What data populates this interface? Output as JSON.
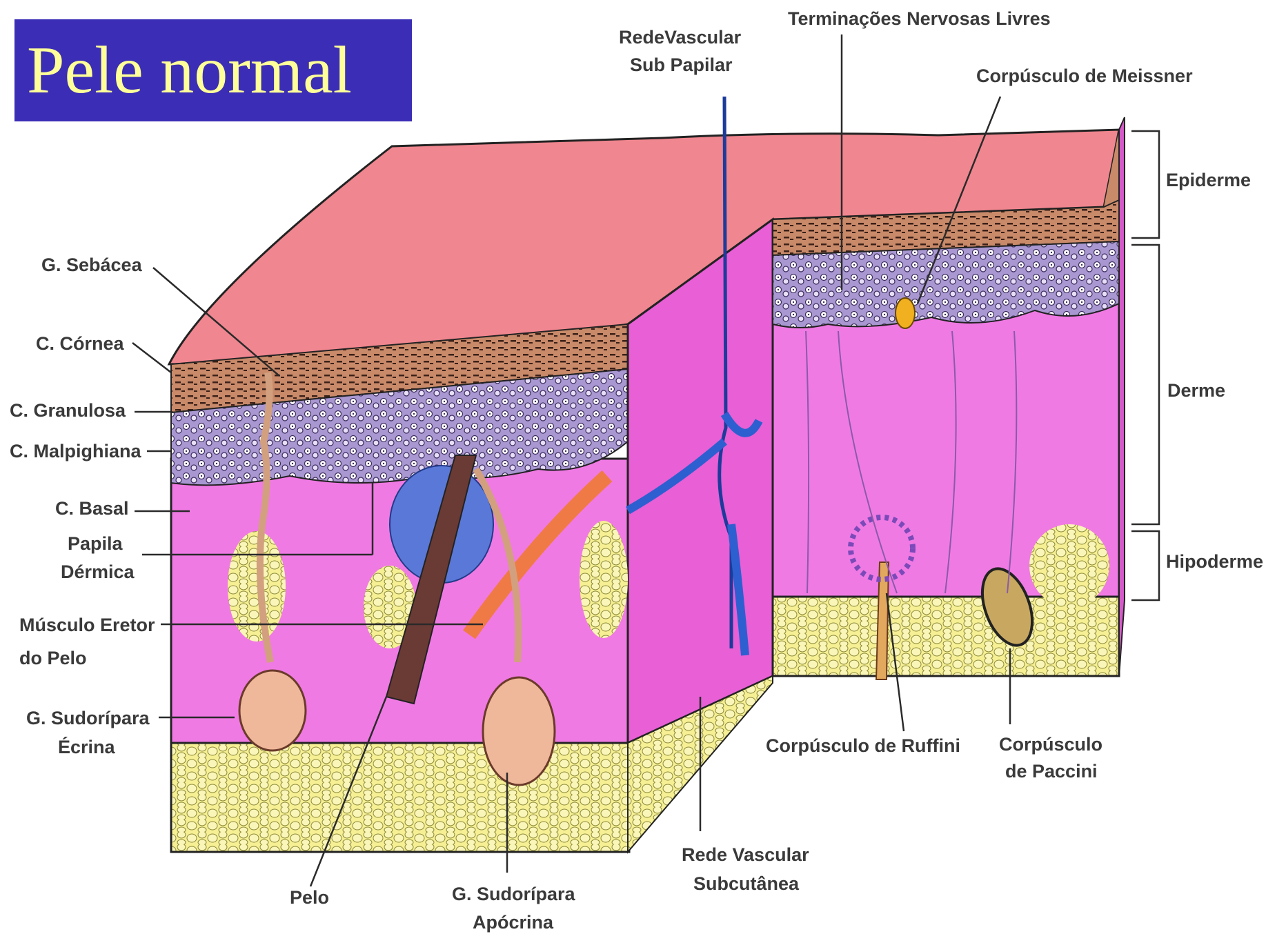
{
  "title": "Pele normal",
  "labels": {
    "g_sebacea": "G. Sebácea",
    "c_cornea": "C. Córnea",
    "c_granulosa": "C. Granulosa",
    "c_malpighiana": "C. Malpighiana",
    "c_basal": "C. Basal",
    "papila_dermica_1": "Papila",
    "papila_dermica_2": "Dérmica",
    "musculo_eretor_1": "Músculo Eretor",
    "musculo_eretor_2": "do Pelo",
    "g_sudoripara_ecrina_1": "G. Sudorípara",
    "g_sudoripara_ecrina_2": "Écrina",
    "pelo": "Pelo",
    "g_sudoripara_apocrina_1": "G. Sudorípara",
    "g_sudoripara_apocrina_2": "Apócrina",
    "rede_vascular_subcutanea_1": "Rede Vascular",
    "rede_vascular_subcutanea_2": "Subcutânea",
    "rede_vascular_sub_papilar_1": "RedeVascular",
    "rede_vascular_sub_papilar_2": "Sub Papilar",
    "terminacoes_nervosas": "Terminações Nervosas Livres",
    "corpusculo_meissner": "Corpúsculo de Meissner",
    "corpusculo_ruffini": "Corpúsculo de Ruffini",
    "corpusculo_paccini_1": "Corpúsculo",
    "corpusculo_paccini_2": "de Paccini",
    "epiderme": "Epiderme",
    "derme": "Derme",
    "hipoderme": "Hipoderme"
  },
  "colors": {
    "title_bg": "#3b2db5",
    "title_text": "#ffff99",
    "surface": "#f08a92",
    "dermis": "#f07ce4",
    "epidermis_cells": "#9c8cc8",
    "fat": "#f3ec8c",
    "nerve_blue": "#2d5fd0",
    "gland": "#e8a484"
  }
}
